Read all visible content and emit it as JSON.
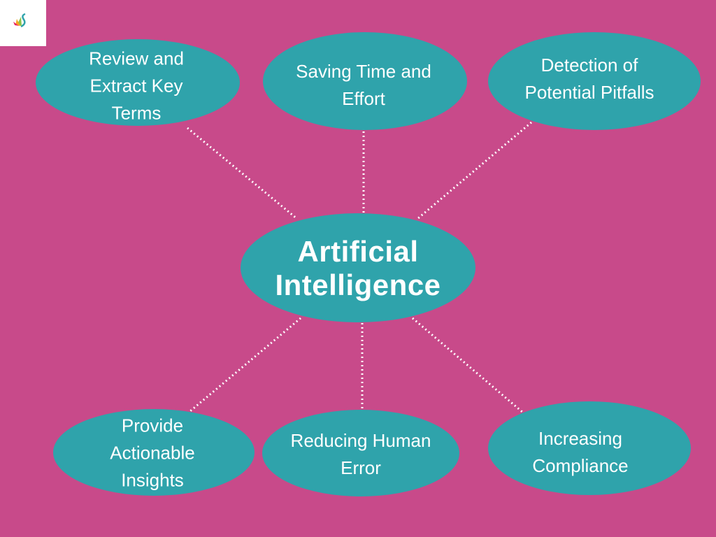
{
  "colors": {
    "background": "#c84a8a",
    "node": "#2fa3ab",
    "text": "#ffffff"
  },
  "logo": {
    "icon": "swan-logo-icon"
  },
  "center": {
    "lines": [
      "Artificial",
      "Intelligence"
    ]
  },
  "nodes": [
    {
      "id": "review",
      "lines": [
        "Review and",
        "Extract Key",
        "Terms"
      ]
    },
    {
      "id": "saving",
      "lines": [
        "Saving  Time and",
        "Effort"
      ]
    },
    {
      "id": "detection",
      "lines": [
        "Detection of",
        "Potential Pitfalls"
      ]
    },
    {
      "id": "insights",
      "lines": [
        "Provide",
        "Actionable",
        "Insights"
      ]
    },
    {
      "id": "error",
      "lines": [
        "Reducing Human",
        "Error"
      ]
    },
    {
      "id": "compliance",
      "lines": [
        "Increasing",
        "Compliance"
      ]
    }
  ]
}
